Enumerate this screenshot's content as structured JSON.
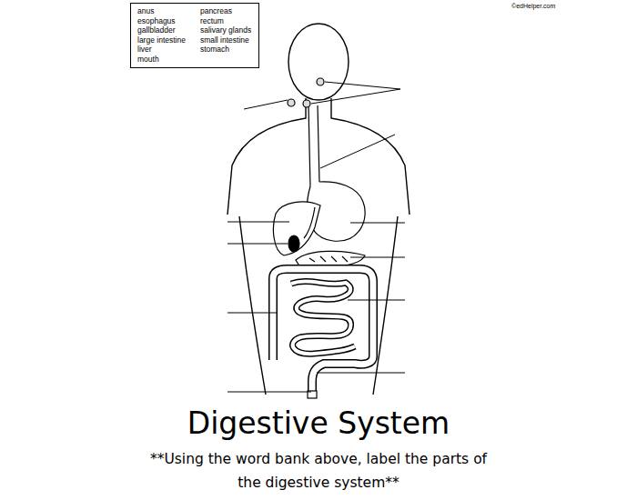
{
  "diagram": {
    "title": "Digestive System",
    "caption": "**Using the word bank above, label the parts of the digestive system**",
    "nodes": [
      {
        "text": [
          "anus",
          "esophagus",
          "gallbladder",
          "large intestine",
          "liver",
          "mouth",
          "pancreas",
          "rectum",
          "salivary glands",
          "small intestine",
          "stomach"
        ]
      }
    ],
    "labels": [
      "©edHelper.com"
    ]
  }
}
